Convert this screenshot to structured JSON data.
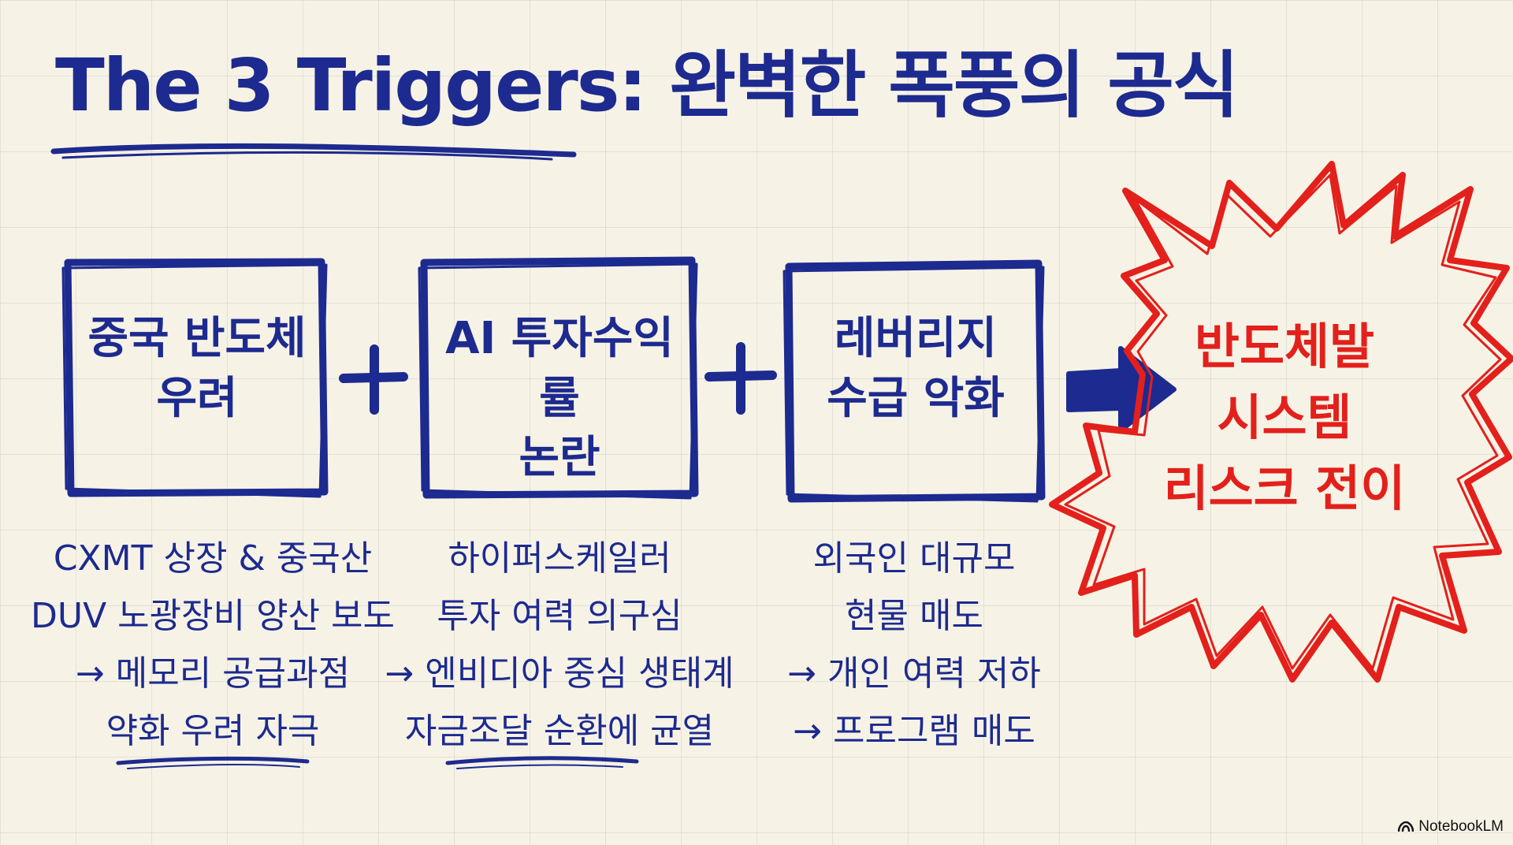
{
  "title": "The 3 Triggers: 완벽한 폭풍의 공식",
  "operators": {
    "plus": "+"
  },
  "triggers": [
    {
      "box_lines": [
        "중국 반도체",
        "우려"
      ],
      "description": [
        "CXMT 상장 & 중국산",
        "DUV 노광장비 양산 보도",
        "→ 메모리 공급과점",
        "약화 우려 자극"
      ]
    },
    {
      "box_lines": [
        "AI 투자수익률",
        "논란"
      ],
      "description": [
        "하이퍼스케일러",
        "투자 여력 의구심",
        "→ 엔비디아 중심 생태계",
        "자금조달 순환에 균열"
      ]
    },
    {
      "box_lines": [
        "레버리지",
        "수급 악화"
      ],
      "description": [
        "외국인 대규모",
        "현물 매도",
        "→ 개인 여력 저하",
        "→ 프로그램 매도"
      ]
    }
  ],
  "result": {
    "lines": [
      "반도체발",
      "시스템",
      "리스크 전이"
    ]
  },
  "brand": {
    "name": "NotebookLM"
  },
  "colors": {
    "ink_blue": "#1d2a8f",
    "accent_red": "#e3201b",
    "paper": "#f6f3e6"
  },
  "icons": {
    "connector": "right-arrow",
    "result_shape": "starburst"
  }
}
